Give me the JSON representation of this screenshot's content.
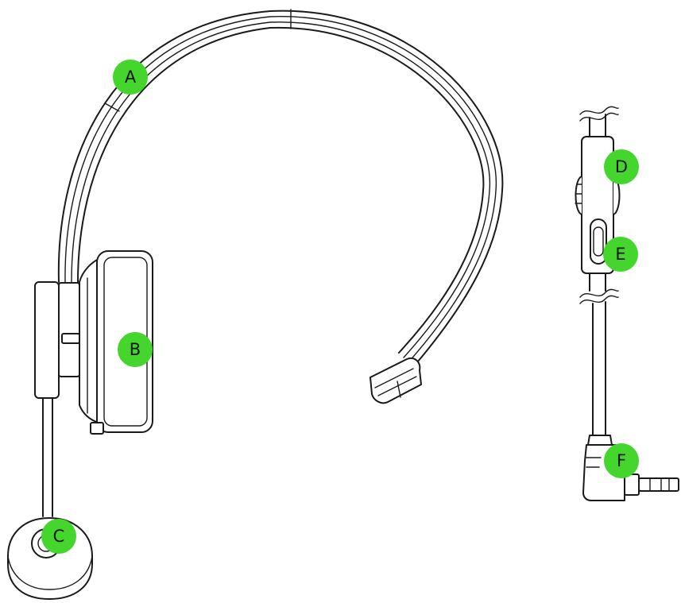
{
  "callouts": {
    "A": "A",
    "B": "B",
    "C": "C",
    "D": "D",
    "E": "E",
    "F": "F"
  },
  "colors": {
    "callout_fill": "#44d62c",
    "line": "#1a1a1a",
    "background": "#ffffff"
  }
}
